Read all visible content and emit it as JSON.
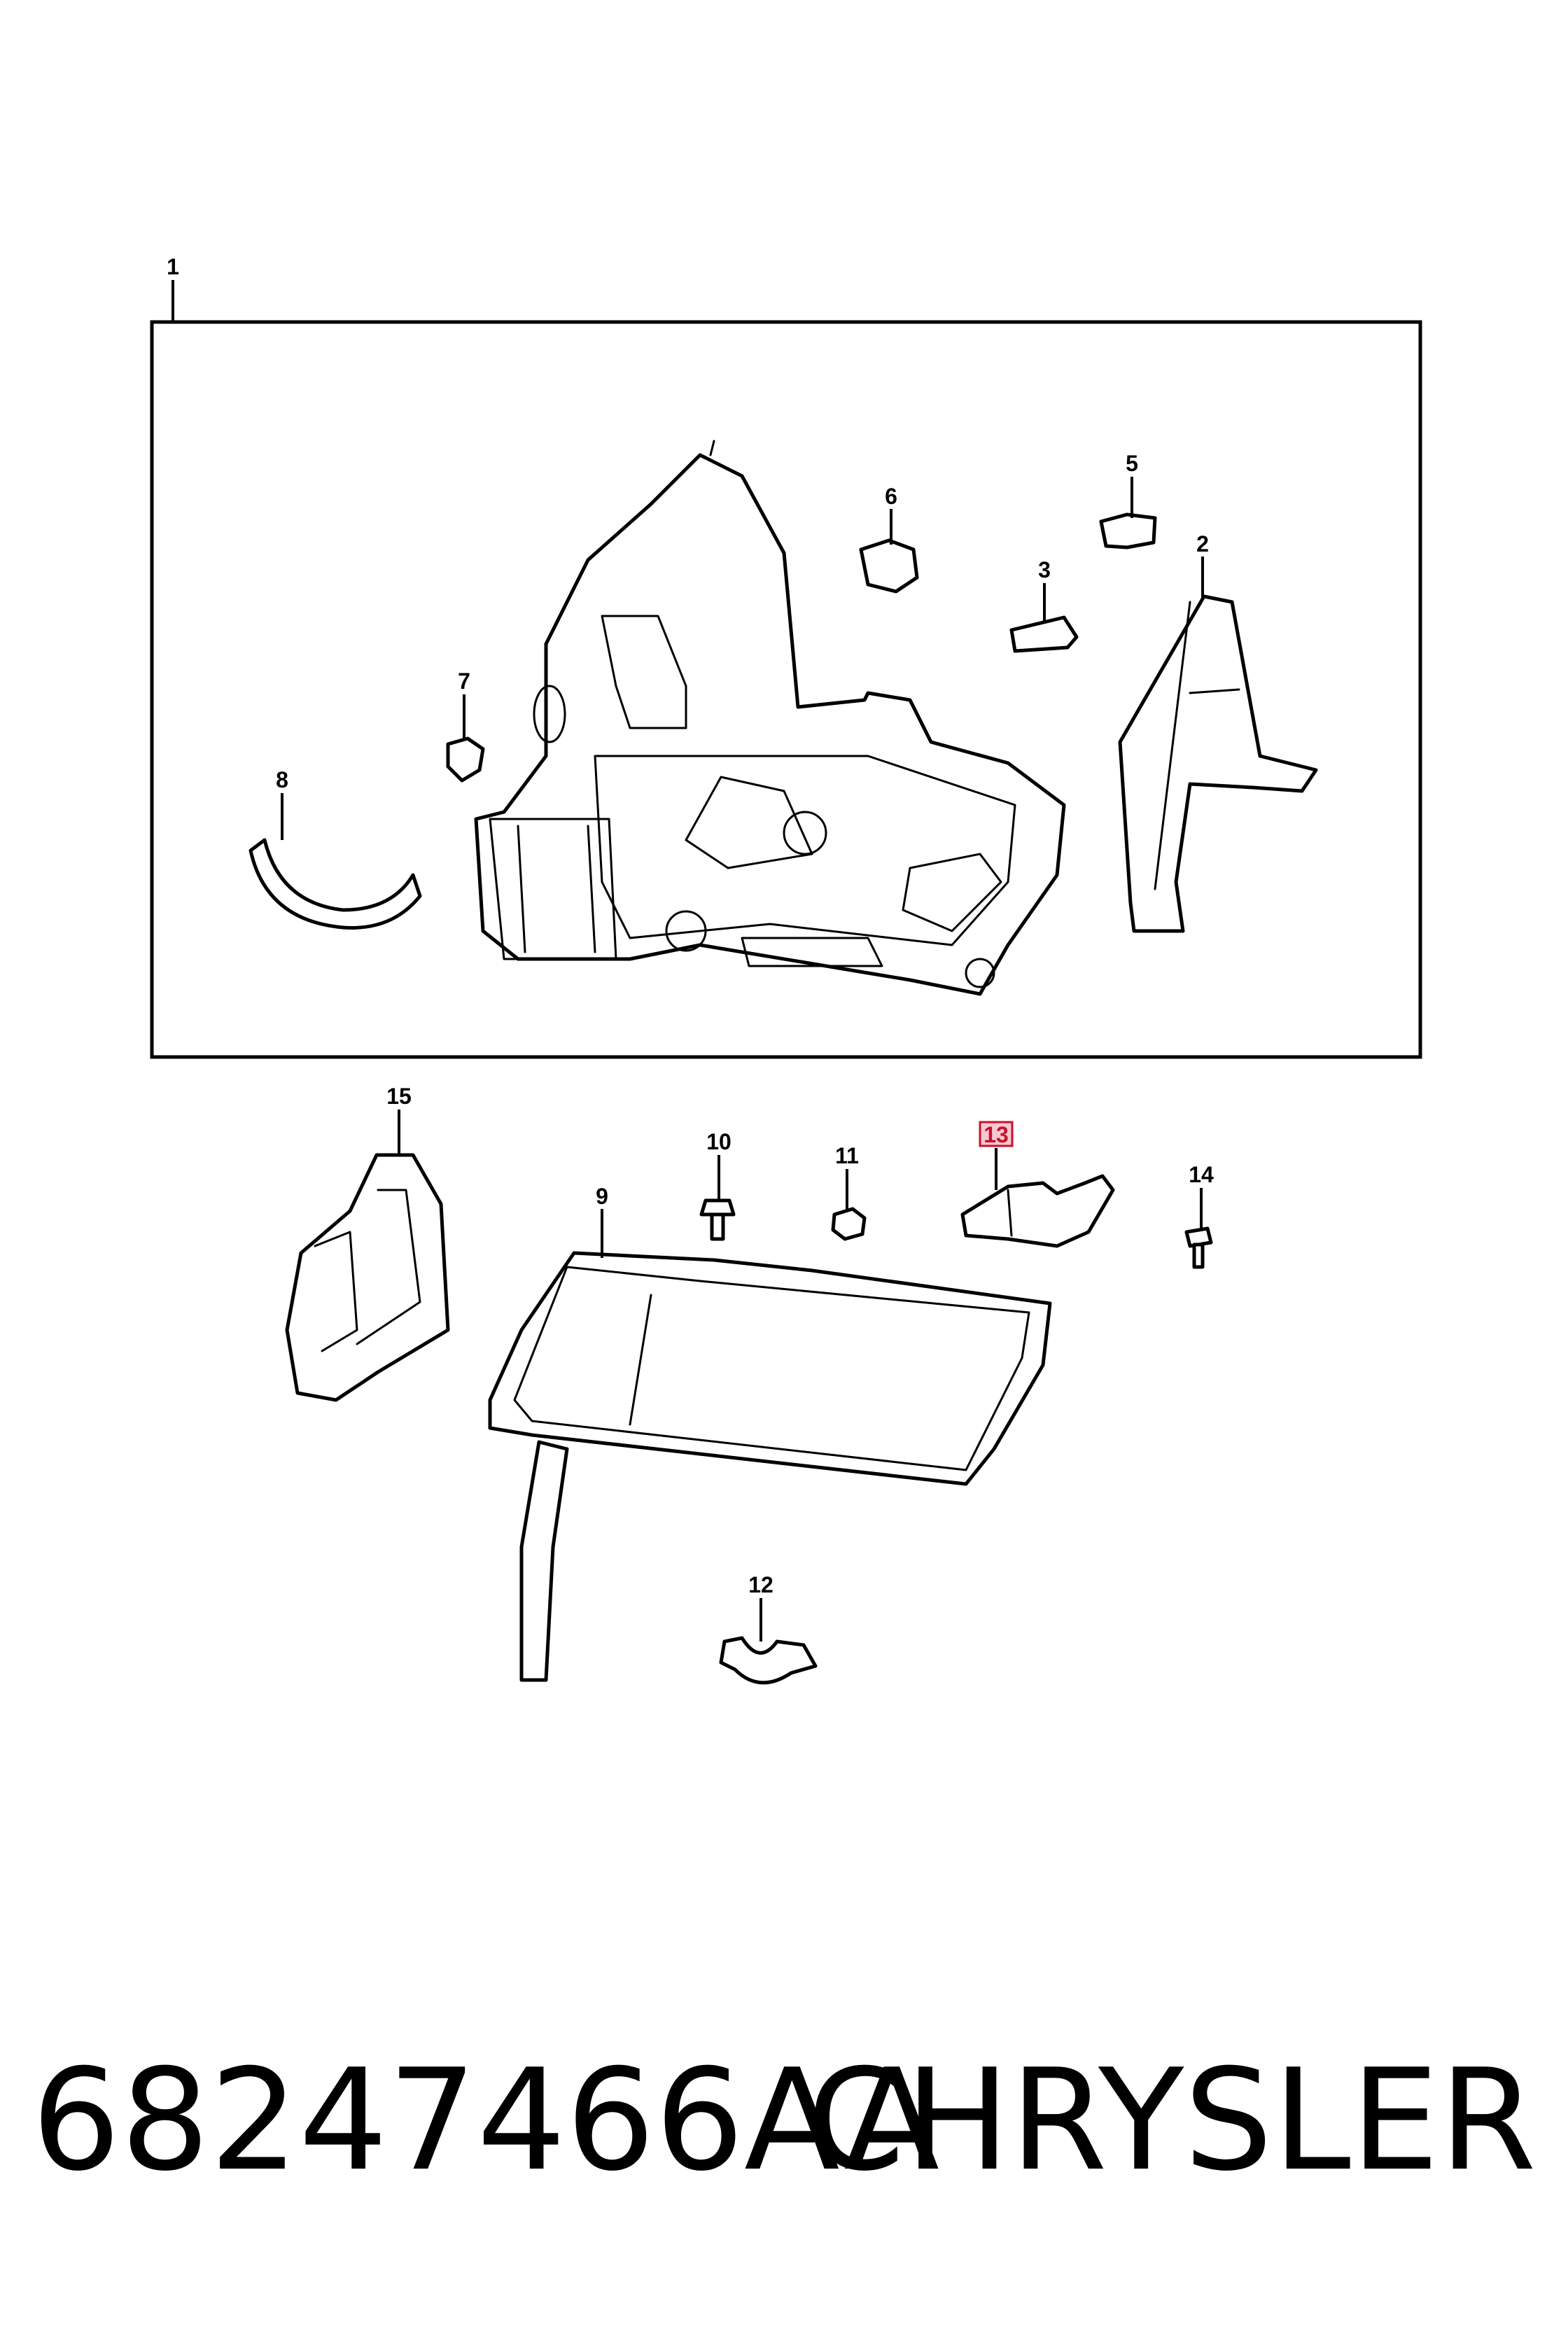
{
  "callouts": {
    "c1": "1",
    "c2": "2",
    "c3": "3",
    "c4": "13",
    "c5": "5",
    "c6": "6",
    "c7": "7",
    "c8": "8",
    "c9": "9",
    "c10": "10",
    "c11": "11",
    "c12": "12",
    "c14": "14",
    "c15": "15"
  },
  "highlighted_callout": "13",
  "highlight_color": "#c8102e",
  "footer": {
    "part_number": "68247466AA",
    "brand": "CHRYSLER"
  }
}
